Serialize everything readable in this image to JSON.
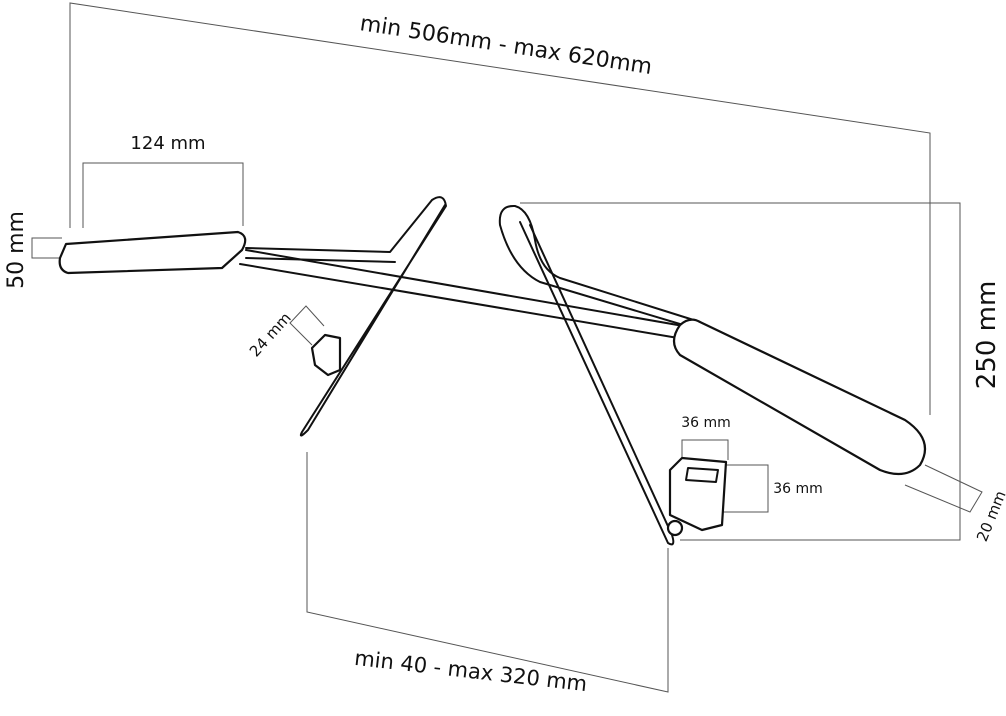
{
  "diagram": {
    "labels": {
      "overall_width": "min 506mm - max 620mm",
      "handle_length": "124 mm",
      "handle_height": "50 mm",
      "pad_left": "24 mm",
      "pad_width": "36 mm",
      "pad_height": "36 mm",
      "total_height": "250 mm",
      "handle_thickness": "20 mm",
      "spread": "min 40 - max 320 mm"
    },
    "colors": {
      "line": "#111111",
      "dimension": "#555555"
    }
  }
}
